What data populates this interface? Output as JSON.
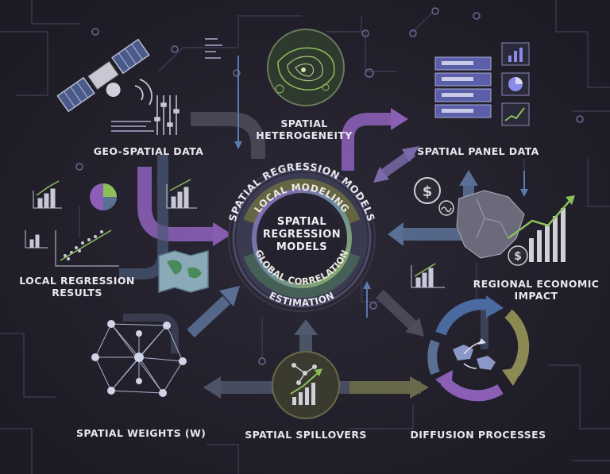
{
  "title": "SPATIAL REGRESSION MODELS",
  "center": {
    "outer_ring_label": "SPATIAL REGRESSION MODELS",
    "ring_labels": [
      "LOCAL MODELING",
      "GLOBAL CORRELATION",
      "ESTIMATION"
    ],
    "core_lines": [
      "SPATIAL",
      "REGRESSION",
      "MODELS"
    ]
  },
  "nodes": {
    "geo_spatial_data": "GEO-SPATIAL DATA",
    "spatial_heterogeneity_1": "SPATIAL",
    "spatial_heterogeneity_2": "HETEROGENEITY",
    "spatial_panel_data": "SPATIAL PANEL DATA",
    "local_regression_1": "LOCAL REGRESSION",
    "local_regression_2": "RESULTS",
    "regional_economic_1": "REGIONAL ECONOMIC",
    "regional_economic_2": "IMPACT",
    "spatial_weights": "SPATIAL WEIGHTS (W)",
    "spatial_spillovers": "SPATIAL SPILLOVERS",
    "diffusion_processes": "DIFFUSION PROCESSES"
  },
  "colors": {
    "background": "#22202b",
    "purple": "#8a5fb5",
    "steel_blue": "#5a6f94",
    "olive": "#7a7a52",
    "teal": "#6c9ea6",
    "green": "#8cbf5a",
    "light_text": "#e8e6ee"
  }
}
